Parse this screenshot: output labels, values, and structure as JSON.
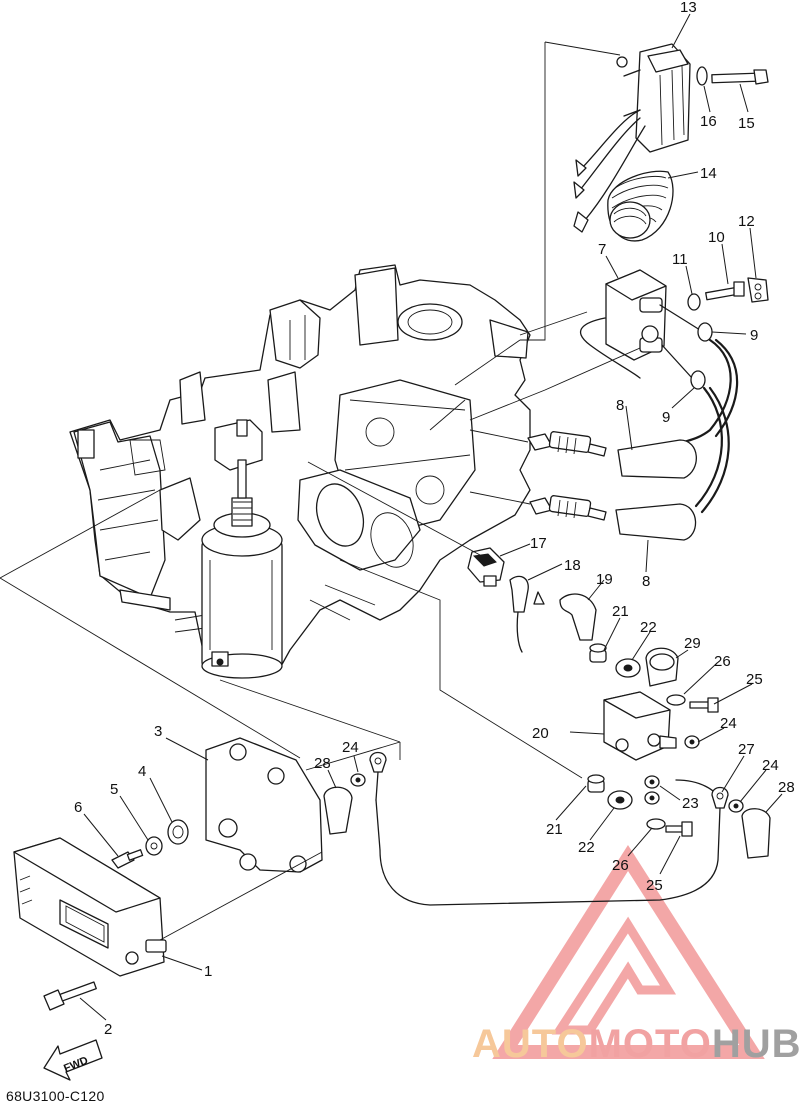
{
  "diagram_code": "68U3100-C120",
  "watermark": {
    "part1": "AUTO",
    "part2": "MOTO",
    "part3": "HUB",
    "colors": {
      "auto": "#f6c89a",
      "moto": "#f1a2a2",
      "hub": "#a0a0a0",
      "logo": "#f08a8a"
    }
  },
  "fwd_label": "FWD",
  "callouts": [
    {
      "label": "13"
    },
    {
      "label": "15"
    },
    {
      "label": "16"
    },
    {
      "label": "14"
    },
    {
      "label": "12"
    },
    {
      "label": "10"
    },
    {
      "label": "11"
    },
    {
      "label": "7"
    },
    {
      "label": "9"
    },
    {
      "label": "9"
    },
    {
      "label": "8"
    },
    {
      "label": "8"
    },
    {
      "label": "17"
    },
    {
      "label": "18"
    },
    {
      "label": "19"
    },
    {
      "label": "21"
    },
    {
      "label": "22"
    },
    {
      "label": "29"
    },
    {
      "label": "26"
    },
    {
      "label": "25"
    },
    {
      "label": "20"
    },
    {
      "label": "24"
    },
    {
      "label": "27"
    },
    {
      "label": "24"
    },
    {
      "label": "28"
    },
    {
      "label": "23"
    },
    {
      "label": "21"
    },
    {
      "label": "22"
    },
    {
      "label": "26"
    },
    {
      "label": "25"
    },
    {
      "label": "3"
    },
    {
      "label": "4"
    },
    {
      "label": "5"
    },
    {
      "label": "6"
    },
    {
      "label": "28"
    },
    {
      "label": "24"
    },
    {
      "label": "1"
    },
    {
      "label": "2"
    }
  ]
}
